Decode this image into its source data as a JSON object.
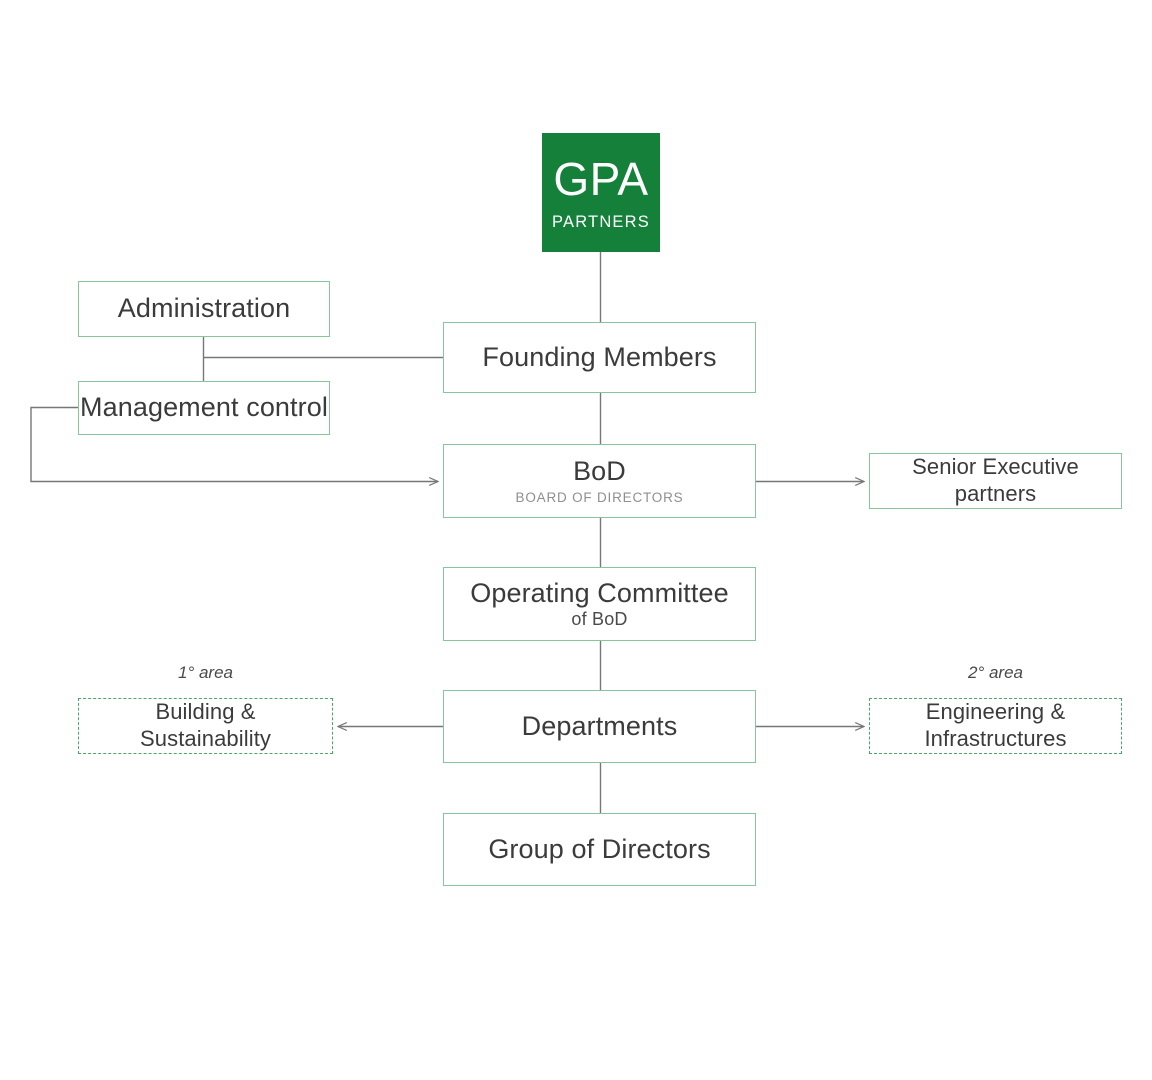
{
  "chart_meta": {
    "type": "org-chart",
    "background_color": "#ffffff",
    "brand_green": "#14803a",
    "box_border_green": "#86c69b",
    "dashed_border_green": "#4aa76a",
    "connector_gray": "#777777",
    "text_color": "#3b3b3b",
    "subtitle_gray": "#8f8f8f"
  },
  "logo": {
    "main": "GPA",
    "sub": "PARTNERS"
  },
  "nodes": {
    "administration": {
      "title": "Administration"
    },
    "management_control": {
      "title": "Management control"
    },
    "founding_members": {
      "title": "Founding Members"
    },
    "bod": {
      "title": "BoD",
      "subtitle": "BOARD OF DIRECTORS"
    },
    "senior_executive": {
      "line1": "Senior Executive",
      "line2": "partners"
    },
    "operating_committee": {
      "title": "Operating Committee",
      "subtitle": "of BoD"
    },
    "departments": {
      "title": "Departments"
    },
    "area1": {
      "label": "1° area",
      "line1": "Building &",
      "line2": "Sustainability"
    },
    "area2": {
      "label": "2° area",
      "line1": "Engineering &",
      "line2": "Infrastructures"
    },
    "group_directors": {
      "title": "Group of Directors"
    }
  }
}
